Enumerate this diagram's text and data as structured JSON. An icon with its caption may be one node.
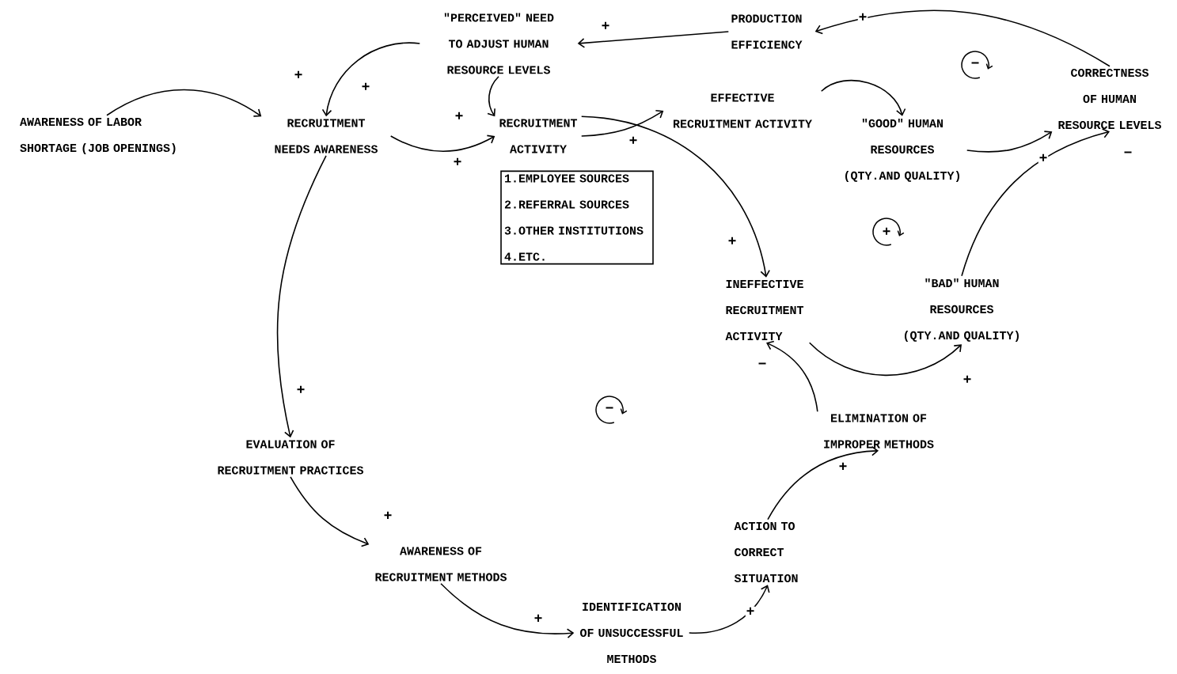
{
  "diagram": {
    "nodes": [
      {
        "text": [
          "\"PERCEIVED\" NEED TO ADJUST HUMAN RESOURCE LEVELS"
        ]
      },
      {
        "text": [
          "PRODUCTION EFFICIENCY"
        ]
      },
      {
        "text": [
          "CORRECTNESS OF HUMAN RESOURCE LEVELS"
        ]
      },
      {
        "text": [
          "AWARENESS OF LABOR SHORTAGE (JOB OPENINGS)"
        ]
      },
      {
        "text": [
          "RECRUITMENT NEEDS AWARENESS"
        ]
      },
      {
        "text": [
          "RECRUITMENT ACTIVITY"
        ]
      },
      {
        "text": [
          "1.EMPLOYEE SOURCES",
          "2.REFERRAL SOURCES",
          "3.OTHER INSTITUTIONS",
          "4.ETC."
        ]
      },
      {
        "text": [
          "EFFECTIVE RECRUITMENT ACTIVITY"
        ]
      },
      {
        "text": [
          "\"GOOD\" HUMAN RESOURCES (QTY.AND QUALITY)"
        ]
      },
      {
        "text": [
          "INEFFECTIVE RECRUITMENT ACTIVITY"
        ]
      },
      {
        "text": [
          "\"BAD\" HUMAN RESOURCES (QTY.AND QUALITY)"
        ]
      },
      {
        "text": [
          "ELIMINATION OF IMPROPER METHODS"
        ]
      },
      {
        "text": [
          "EVALUATION OF RECRUITMENT PRACTICES"
        ]
      },
      {
        "text": [
          "AWARENESS OF RECRUITMENT METHODS"
        ]
      },
      {
        "text": [
          "IDENTIFICATION OF UNSUCCESSFUL METHODS"
        ]
      },
      {
        "text": [
          "ACTION TO CORRECT SITUATION"
        ]
      }
    ],
    "edges": [
      {
        "from": 1,
        "to": 0,
        "arrow": "to",
        "label": "+"
      },
      {
        "from": 2,
        "to": 1,
        "arrow": "to",
        "label": "+"
      },
      {
        "from": 0,
        "to": 4,
        "arrow": "to",
        "label": "+"
      },
      {
        "from": 0,
        "to": 5,
        "arrow": "to",
        "label": "+"
      },
      {
        "from": 3,
        "to": 4,
        "arrow": "to",
        "label": "+"
      },
      {
        "from": 4,
        "to": 5,
        "arrow": "to",
        "label": "+"
      },
      {
        "from": 5,
        "to": 7,
        "arrow": "to",
        "label": "+"
      },
      {
        "from": 5,
        "to": 9,
        "arrow": "to",
        "label": "+"
      },
      {
        "from": 7,
        "to": 8,
        "arrow": "to"
      },
      {
        "from": 8,
        "to": 2,
        "arrow": "to",
        "label": "+"
      },
      {
        "from": 10,
        "to": 2,
        "arrow": "to",
        "label": "−"
      },
      {
        "from": 9,
        "to": 10,
        "arrow": "to",
        "label": "+"
      },
      {
        "from": 11,
        "to": 9,
        "arrow": "to",
        "label": "−"
      },
      {
        "from": 4,
        "to": 12,
        "arrow": "to",
        "label": "+"
      },
      {
        "from": 12,
        "to": 13,
        "arrow": "to",
        "label": "+"
      },
      {
        "from": 13,
        "to": 14,
        "arrow": "to",
        "label": "+"
      },
      {
        "from": 14,
        "to": 15,
        "arrow": "to",
        "label": "+"
      },
      {
        "from": 15,
        "to": 11,
        "arrow": "to",
        "label": "+"
      }
    ],
    "labels": [
      "−",
      "+",
      "−"
    ]
  }
}
